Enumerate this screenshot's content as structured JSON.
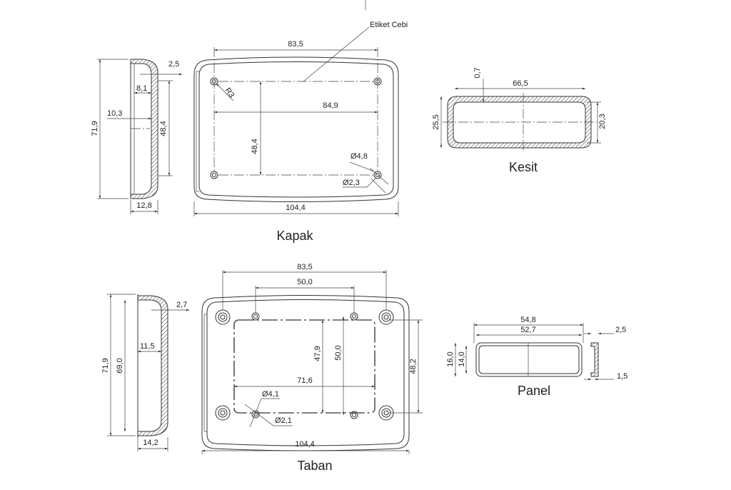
{
  "views": {
    "kapak": {
      "title": "Kapak",
      "label_note": "Etiket Cebi",
      "dims": {
        "width_top": "83,5",
        "hole_span": "84,9",
        "hole_vertical": "48,4",
        "overall_width": "104,4",
        "radius": "R3",
        "dia_outer": "Ø4,8",
        "dia_inner": "Ø2,3",
        "side_height": "71,9",
        "side_wall": "2,5",
        "side_8": "8,1",
        "side_10": "10,3",
        "side_inner": "48,4",
        "side_depth": "12,8"
      }
    },
    "kesit": {
      "title": "Kesit",
      "dims": {
        "width": "66,5",
        "offset": "0,7",
        "height_outer": "25,5",
        "height_inner": "20,3"
      }
    },
    "taban": {
      "title": "Taban",
      "dims": {
        "width_top": "83,5",
        "inner_holes": "50,0",
        "vertical_47": "47,9",
        "vertical_50": "50,0",
        "vertical_48": "48,2",
        "inner_width": "71,6",
        "dia_outer": "Ø4,1",
        "dia_inner": "Ø2,1",
        "overall_width": "104,4",
        "side_height": "71,9",
        "side_inner": "69,0",
        "side_wall": "2,7",
        "side_11": "11,5",
        "side_depth": "14,2"
      }
    },
    "panel": {
      "title": "Panel",
      "dims": {
        "outer_width": "54,8",
        "inner_width": "52,7",
        "outer_height": "16,0",
        "inner_height": "14,0",
        "thick_outer": "2,5",
        "thick_inner": "1,5"
      }
    }
  }
}
